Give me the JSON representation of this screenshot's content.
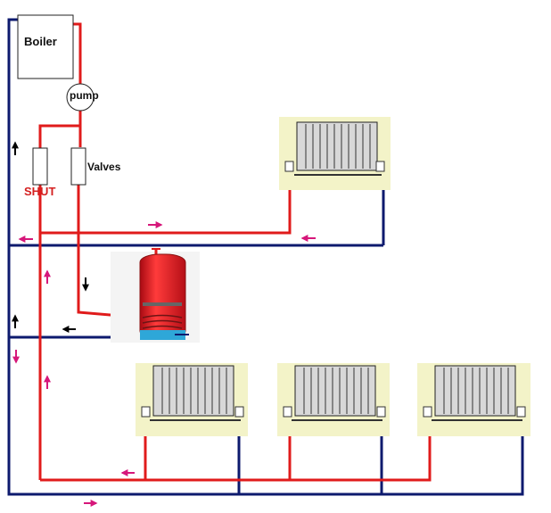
{
  "labels": {
    "boiler": "Boiler",
    "pump": "pump",
    "valves": "Valves",
    "shut": "SHUT"
  },
  "colors": {
    "flow": "#e01b1b",
    "return": "#0d1a6e",
    "flow_arrow": "#d6177a",
    "radiator_bg": "#f3f3c8",
    "cylinder": "#e8141e"
  },
  "components": [
    "boiler",
    "pump",
    "valves",
    "hot-water-cylinder",
    "radiator",
    "radiator",
    "radiator",
    "radiator"
  ]
}
